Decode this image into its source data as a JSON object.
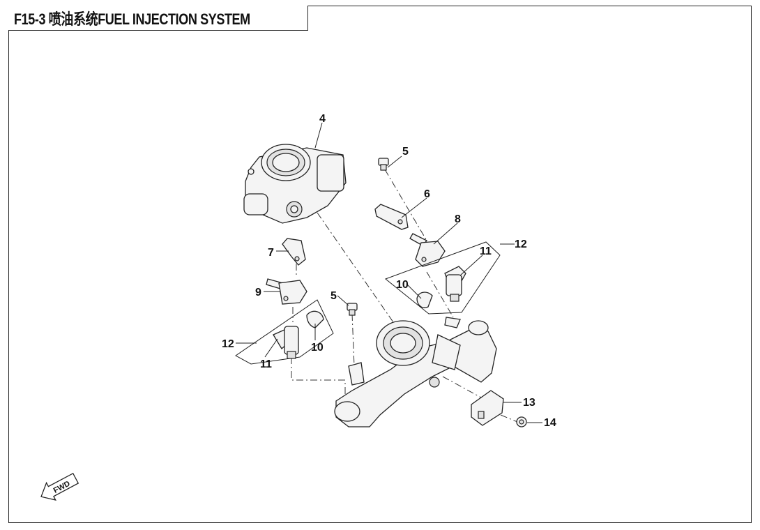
{
  "title": "F15-3 喷油系统FUEL INJECTION SYSTEM",
  "fwd_label": "FWD",
  "callouts": {
    "c4": "4",
    "c5a": "5",
    "c6": "6",
    "c8": "8",
    "c12a": "12",
    "c11a": "11",
    "c10a": "10",
    "c7": "7",
    "c9": "9",
    "c5b": "5",
    "c12b": "12",
    "c11b": "11",
    "c10b": "10",
    "c13": "13",
    "c14": "14"
  }
}
